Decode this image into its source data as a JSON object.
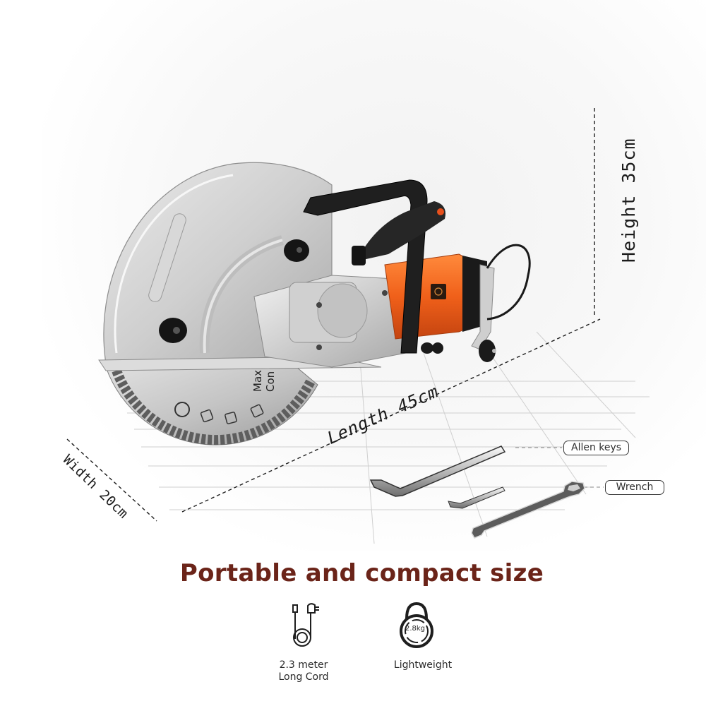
{
  "headline": "Portable and compact size",
  "dimensions": {
    "height": "Height 35cm",
    "length": "Length 45cm",
    "width": "Width 20cm"
  },
  "callouts": {
    "allen_keys": "Allen keys",
    "wrench": "Wrench"
  },
  "features": [
    {
      "icon": "power-cord-icon",
      "label_line1": "2.3 meter",
      "label_line2": "Long Cord"
    },
    {
      "icon": "kettlebell-weight-icon",
      "badge": "2.8kg",
      "label": "Lightweight"
    }
  ],
  "blade": {
    "text_line1": "Max",
    "text_line2": "Con"
  },
  "colors": {
    "headline": "#6b2419",
    "motor_orange": "#f0601a",
    "guard_silver": "#cfcfcf",
    "handle_black": "#1f1f1f"
  }
}
